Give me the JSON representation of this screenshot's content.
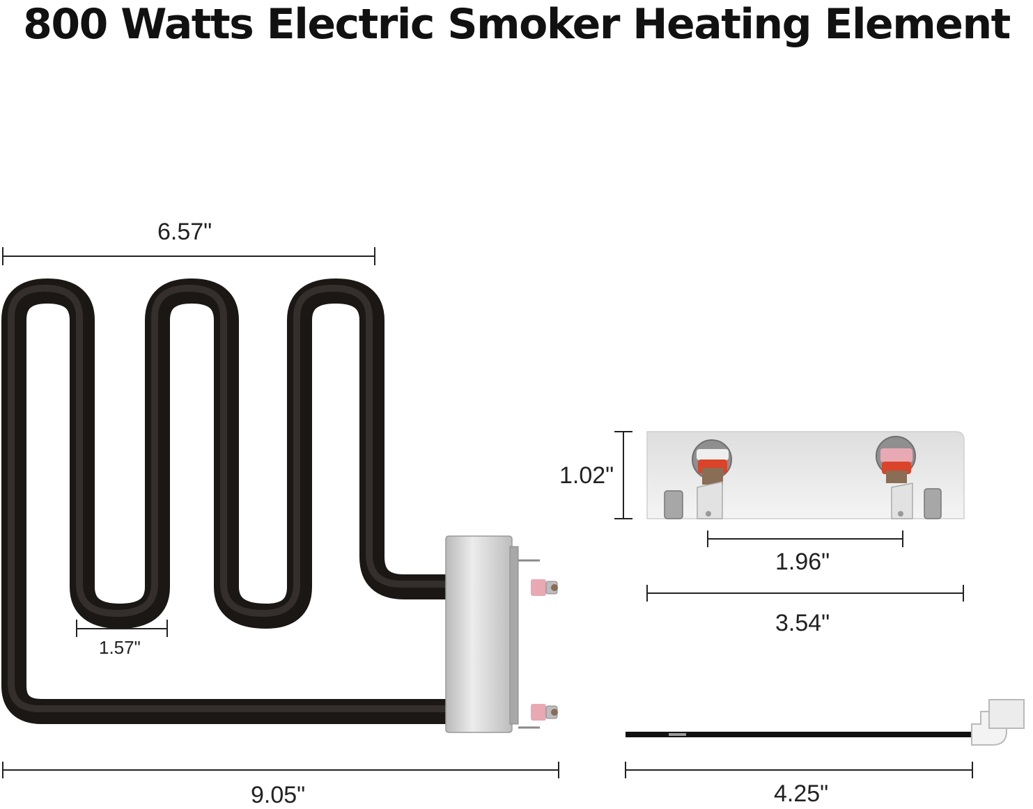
{
  "title": "800 Watts Electric Smoker Heating Element",
  "dimensions": {
    "top_width": "6.57\"",
    "loop_gap": "1.57\"",
    "total_width": "9.05\"",
    "bracket_height": "1.02\"",
    "terminal_spacing": "1.96\"",
    "bracket_width": "3.54\"",
    "wire_length": "4.25\""
  },
  "colors": {
    "element": "#2a2622",
    "metal": "#c9c9c9",
    "insulator_pink": "#e8a9b4",
    "insulator_red": "#d9442a",
    "dimension_line": "#222222"
  }
}
